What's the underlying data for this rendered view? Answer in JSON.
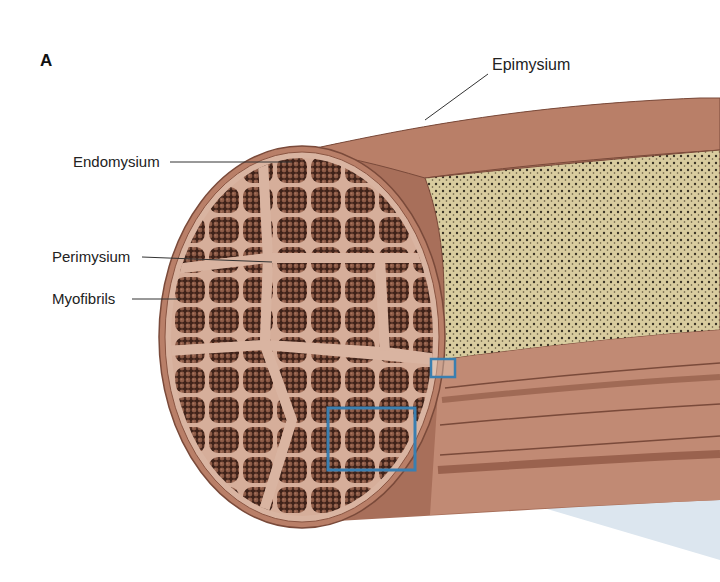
{
  "diagram": {
    "labels": [
      "A",
      "Epimysium",
      "Endomysium",
      "Perimysium",
      "Myofibrils"
    ]
  }
}
